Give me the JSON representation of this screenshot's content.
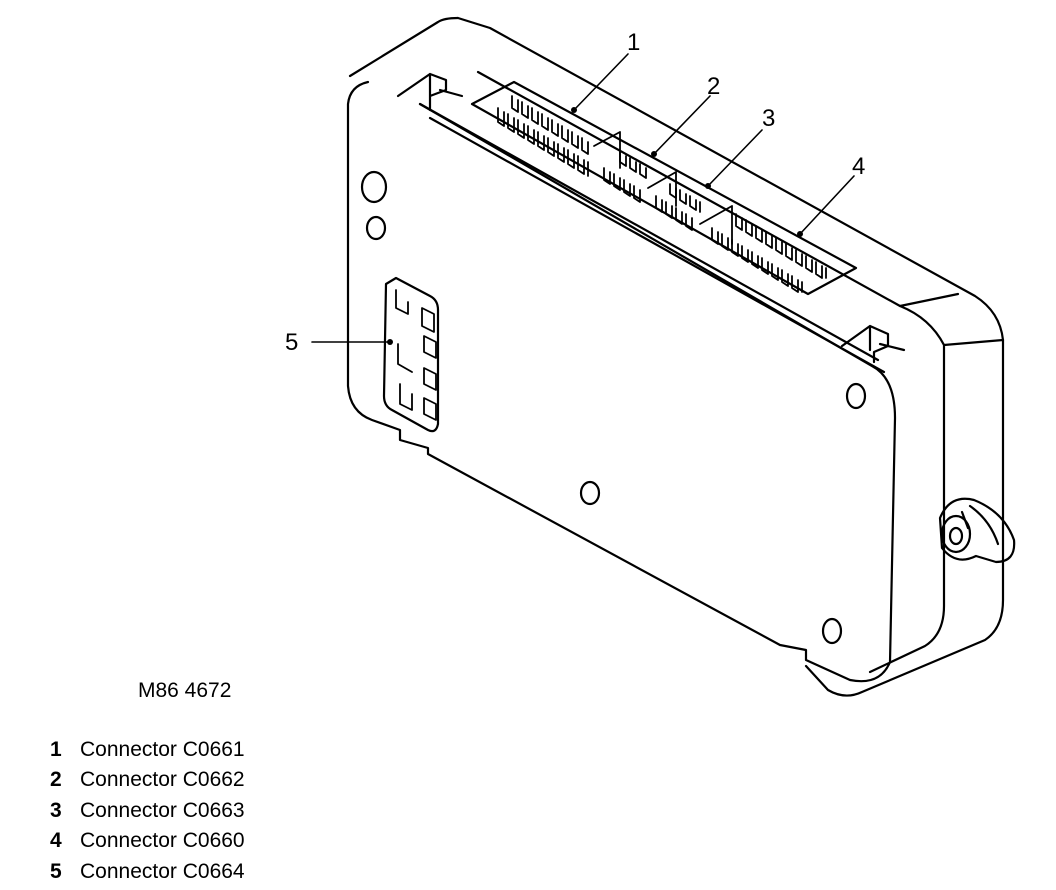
{
  "figure_id": "M86 4672",
  "callouts": [
    "1",
    "2",
    "3",
    "4",
    "5"
  ],
  "legend": [
    {
      "number": "1",
      "text": "Connector C0661"
    },
    {
      "number": "2",
      "text": "Connector C0662"
    },
    {
      "number": "3",
      "text": "Connector C0663"
    },
    {
      "number": "4",
      "text": "Connector C0660"
    },
    {
      "number": "5",
      "text": "Connector C0664"
    }
  ],
  "colors": {
    "line": "#000000",
    "background": "#ffffff"
  }
}
